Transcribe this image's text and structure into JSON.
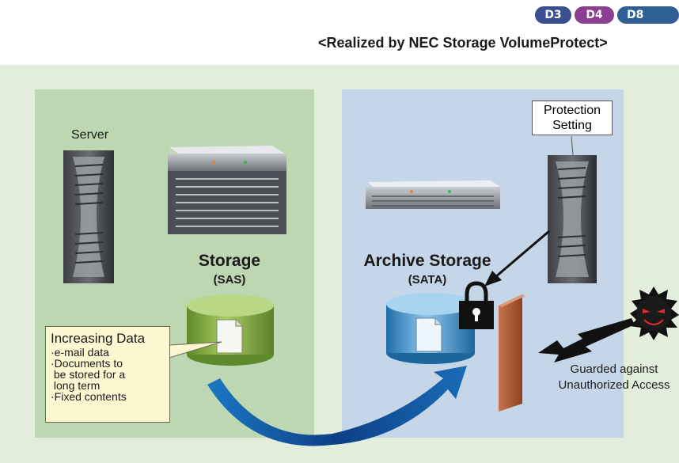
{
  "badges": [
    "D3",
    "D4",
    "D8"
  ],
  "subtitle": "<Realized by NEC Storage VolumeProtect>",
  "server_label": "Server",
  "storage": {
    "title": "Storage",
    "sub": "(SAS)"
  },
  "archive": {
    "title": "Archive Storage",
    "sub": "(SATA)"
  },
  "protection_setting": {
    "line1": "Protection",
    "line2": "Setting"
  },
  "increasing_data": {
    "heading": "Increasing Data",
    "items": [
      "·e-mail data",
      "·Documents to",
      " be stored for a",
      " long term",
      "·Fixed contents"
    ]
  },
  "guard": {
    "line1": "Guarded against",
    "line2": "Unauthorized Access"
  },
  "colors": {
    "badge1": "#3a4f8f",
    "badge2": "#8c3f8e",
    "badge3": "#2f5f94",
    "left_panel": "#bcd7b1",
    "right_panel": "#c4d6e8"
  }
}
